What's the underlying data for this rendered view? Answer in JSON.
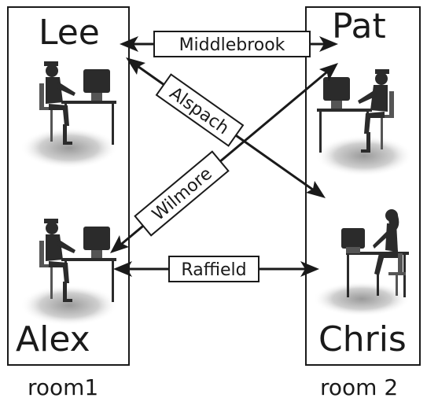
{
  "people": {
    "lee": "Lee",
    "pat": "Pat",
    "alex": "Alex",
    "chris": "Chris"
  },
  "rooms": {
    "left": "room1",
    "right": "room 2"
  },
  "connections": [
    {
      "label": "Middlebrook",
      "from": "Lee",
      "to": "Pat"
    },
    {
      "label": "Alspach",
      "from": "Lee",
      "to": "Chris"
    },
    {
      "label": "Wilmore",
      "from": "Alex",
      "to": "Pat"
    },
    {
      "label": "Raffield",
      "from": "Alex",
      "to": "Chris"
    }
  ],
  "colors": {
    "ink": "#1a1a1a",
    "figure": "#2b2b2b",
    "shadow": "#d6d6d6"
  },
  "icons": [
    "man-at-computer-icon",
    "woman-at-computer-icon"
  ]
}
